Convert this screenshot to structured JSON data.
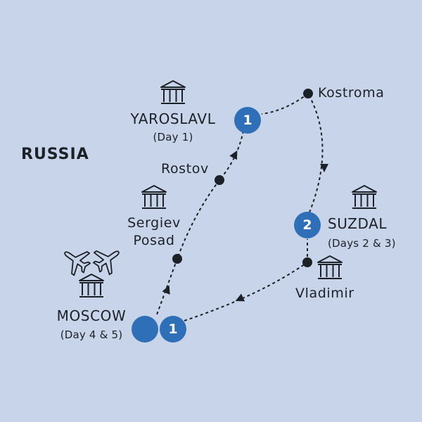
{
  "map": {
    "country_label": "RUSSIA",
    "colors": {
      "background": "#c8d4ea",
      "route": "#1c2127",
      "stop_badge": "#2e6fb7",
      "text": "#1c2127"
    },
    "stops": [
      {
        "name": "YAROSLAVL",
        "detail": "(Day 1)",
        "badge": "1",
        "icon": "museum-icon"
      },
      {
        "name": "SUZDAL",
        "detail": "(Days 2 & 3)",
        "badge": "2",
        "icon": "museum-icon"
      },
      {
        "name": "MOSCOW",
        "detail": "(Day 4 & 5)",
        "badge": "1",
        "icon": "museum-icon"
      }
    ],
    "waypoints": [
      {
        "name": "Kostroma"
      },
      {
        "name": "Rostov"
      },
      {
        "name": "Vladimir"
      },
      {
        "name": "Sergiev Posad",
        "lines": [
          "Sergiev",
          "Posad"
        ]
      }
    ],
    "transport_icons": [
      "airplane-icon",
      "airplane-icon"
    ]
  }
}
